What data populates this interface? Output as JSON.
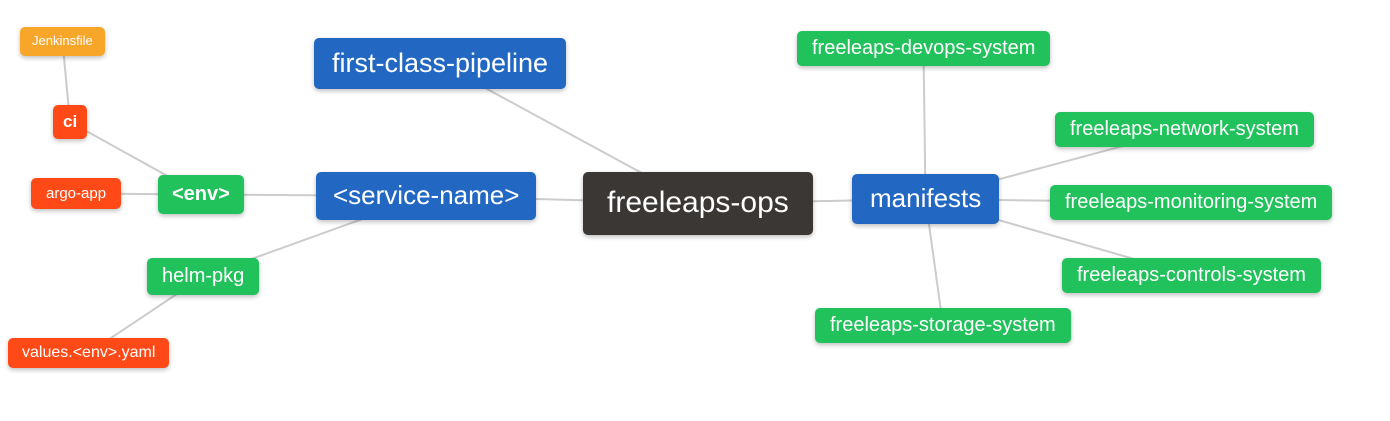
{
  "mindmap": {
    "colors": {
      "blue": "#2268c3",
      "green": "#21c15c",
      "red": "#ff4a18",
      "orange": "#f8a62a",
      "dark": "#3a3735",
      "edge": "#cccccc"
    },
    "nodes": {
      "root": {
        "label": "freeleaps-ops",
        "color": "dark"
      },
      "first_class_pipeline": {
        "label": "first-class-pipeline",
        "color": "blue"
      },
      "service_name": {
        "label": "<service-name>",
        "color": "blue"
      },
      "manifests": {
        "label": "manifests",
        "color": "blue"
      },
      "env": {
        "label": "<env>",
        "color": "green"
      },
      "helm_pkg": {
        "label": "helm-pkg",
        "color": "green"
      },
      "ci": {
        "label": "ci",
        "color": "red"
      },
      "argo_app": {
        "label": "argo-app",
        "color": "red"
      },
      "jenkinsfile": {
        "label": "Jenkinsfile",
        "color": "orange"
      },
      "values_env_yaml": {
        "label": "values.<env>.yaml",
        "color": "red"
      },
      "devops_system": {
        "label": "freeleaps-devops-system",
        "color": "green"
      },
      "network_system": {
        "label": "freeleaps-network-system",
        "color": "green"
      },
      "monitoring_system": {
        "label": "freeleaps-monitoring-system",
        "color": "green"
      },
      "controls_system": {
        "label": "freeleaps-controls-system",
        "color": "green"
      },
      "storage_system": {
        "label": "freeleaps-storage-system",
        "color": "green"
      }
    },
    "edges": [
      [
        "jenkinsfile",
        "ci"
      ],
      [
        "ci",
        "env"
      ],
      [
        "argo_app",
        "env"
      ],
      [
        "env",
        "service_name"
      ],
      [
        "values_env_yaml",
        "helm_pkg"
      ],
      [
        "helm_pkg",
        "service_name"
      ],
      [
        "service_name",
        "root"
      ],
      [
        "first_class_pipeline",
        "root"
      ],
      [
        "root",
        "manifests"
      ],
      [
        "manifests",
        "devops_system"
      ],
      [
        "manifests",
        "network_system"
      ],
      [
        "manifests",
        "monitoring_system"
      ],
      [
        "manifests",
        "controls_system"
      ],
      [
        "manifests",
        "storage_system"
      ]
    ]
  }
}
